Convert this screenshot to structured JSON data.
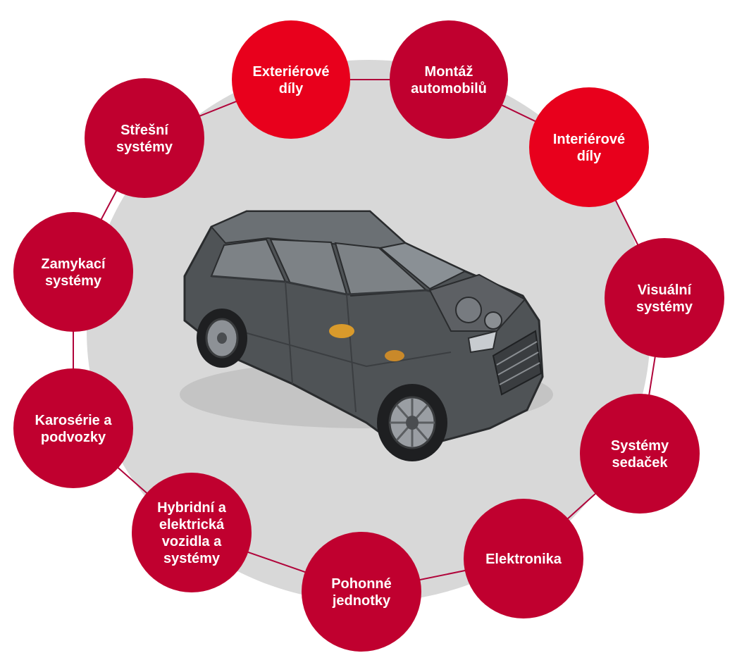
{
  "colors": {
    "background": "#ffffff",
    "center_disc": "#d8d8d8",
    "ring_line": "#b0043a",
    "node_primary": "#c0002f",
    "node_highlight": "#e8001c",
    "label_text": "#ffffff"
  },
  "center": {
    "image": "car-cutaway-illustration"
  },
  "nodes": [
    {
      "id": "exterior-parts",
      "lines": [
        "Exteriérové",
        "díly"
      ],
      "highlight": true
    },
    {
      "id": "car-assembly",
      "lines": [
        "Montáž",
        "automobilů"
      ],
      "highlight": false
    },
    {
      "id": "interior-parts",
      "lines": [
        "Interiérové",
        "díly"
      ],
      "highlight": true
    },
    {
      "id": "visual-systems",
      "lines": [
        "Visuální",
        "systémy"
      ],
      "highlight": false
    },
    {
      "id": "seating-systems",
      "lines": [
        "Systémy",
        "sedaček"
      ],
      "highlight": false
    },
    {
      "id": "electronics",
      "lines": [
        "Elektronika"
      ],
      "highlight": false
    },
    {
      "id": "powertrains",
      "lines": [
        "Pohonné",
        "jednotky"
      ],
      "highlight": false
    },
    {
      "id": "hybrid-electric",
      "lines": [
        "Hybridní a",
        "elektrická",
        "vozidla a",
        "systémy"
      ],
      "highlight": false
    },
    {
      "id": "body-chassis",
      "lines": [
        "Karosérie a",
        "podvozky"
      ],
      "highlight": false
    },
    {
      "id": "locking-systems",
      "lines": [
        "Zamykací",
        "systémy"
      ],
      "highlight": false
    },
    {
      "id": "roof-systems",
      "lines": [
        "Střešní",
        "systémy"
      ],
      "highlight": false
    }
  ]
}
